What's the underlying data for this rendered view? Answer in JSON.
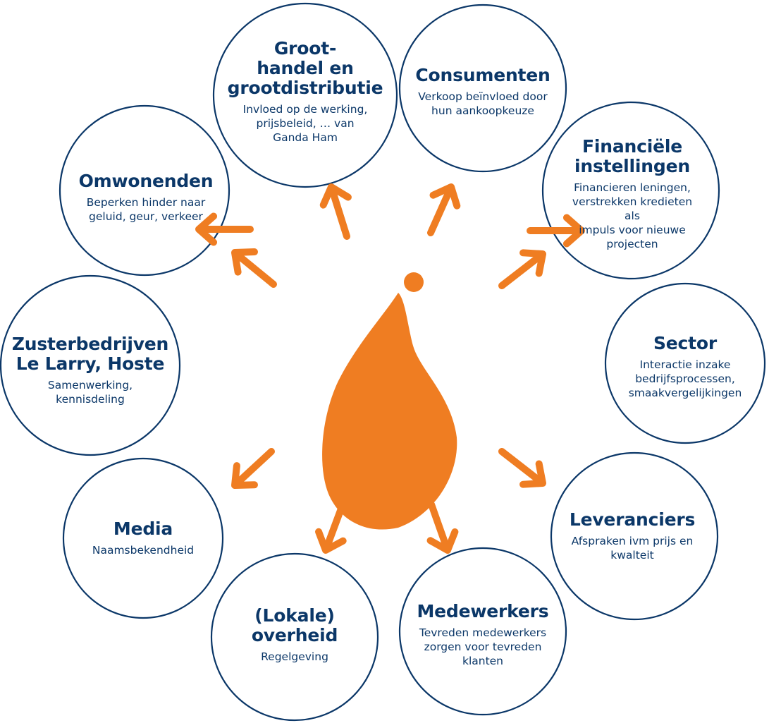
{
  "colors": {
    "circle_stroke": "#0b3768",
    "text": "#0b3768",
    "accent": "#ef7d22"
  },
  "center": {
    "icon": "ham-icon"
  },
  "stakeholders": [
    {
      "id": "groothandel",
      "title": "Groot-\nhandel en\ngrootdistributie",
      "description": "Invloed op de werking,\nprijsbeleid, … van\nGanda Ham"
    },
    {
      "id": "consumenten",
      "title": "Consumenten",
      "description": "Verkoop beïnvloed door\nhun aankoopkeuze"
    },
    {
      "id": "financiele-instellingen",
      "title": "Financiële\ninstellingen",
      "description": "Financieren leningen,\nverstrekken kredieten als\nimpuls voor nieuwe\nprojecten"
    },
    {
      "id": "sector",
      "title": "Sector",
      "description": "Interactie inzake\nbedrijfsprocessen,\nsmaakvergelijkingen"
    },
    {
      "id": "leveranciers",
      "title": "Leveranciers",
      "description": "Afspraken ivm prijs en\nkwalteit"
    },
    {
      "id": "medewerkers",
      "title": "Medewerkers",
      "description": "Tevreden medewerkers\nzorgen voor tevreden\nklanten"
    },
    {
      "id": "overheid",
      "title": "(Lokale)\noverheid",
      "description": "Regelgeving"
    },
    {
      "id": "media",
      "title": "Media",
      "description": "Naamsbekendheid"
    },
    {
      "id": "zusterbedrijven",
      "title": "Zusterbedrijven\nLe Larry, Hoste",
      "description": "Samenwerking,\nkennisdeling"
    },
    {
      "id": "omwonenden",
      "title": "Omwonenden",
      "description": "Beperken hinder naar\ngeluid, geur, verkeer"
    }
  ]
}
